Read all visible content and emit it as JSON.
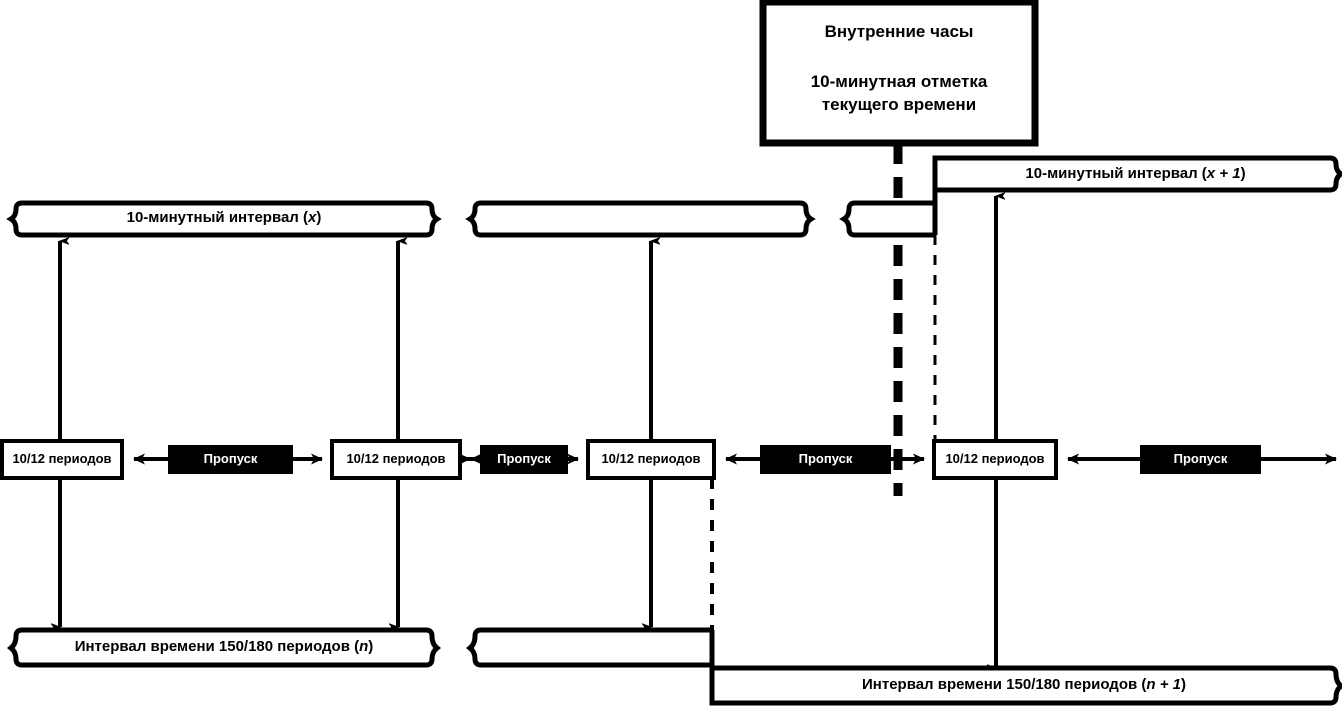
{
  "diagram": {
    "type": "timing-diagram",
    "language": "ru",
    "clock_box": {
      "title": "Внутренние часы",
      "subtitle_line1": "10-минутная отметка",
      "subtitle_line2": "текущего времени"
    },
    "interval_bars_top": [
      {
        "id": "x",
        "label": "10-минутный интервал (x)",
        "label_plain": "10-минутный интервал",
        "index": "x"
      },
      {
        "id": "middle",
        "label": "",
        "label_plain": "",
        "index": ""
      },
      {
        "id": "cont",
        "label": "",
        "label_plain": "",
        "index": ""
      },
      {
        "id": "x1",
        "label": "10-минутный интервал (x + 1)",
        "label_plain": "10-минутный интервал",
        "index": "x + 1"
      }
    ],
    "interval_bars_bottom": [
      {
        "id": "n",
        "label": "Интервал времени 150/180 периодов (n)",
        "label_plain": "Интервал времени 150/180 периодов",
        "index": "n"
      },
      {
        "id": "middle",
        "label": "",
        "label_plain": "",
        "index": ""
      },
      {
        "id": "n1",
        "label": "Интервал времени 150/180 периодов (n + 1)",
        "label_plain": "Интервал времени 150/180 периодов",
        "index": "n + 1"
      }
    ],
    "period_boxes": [
      {
        "id": "p1",
        "label": "10/12 периодов"
      },
      {
        "id": "p2",
        "label": "10/12 периодов"
      },
      {
        "id": "p3",
        "label": "10/12 периодов"
      },
      {
        "id": "p4",
        "label": "10/12 периодов"
      }
    ],
    "gap_boxes": [
      {
        "id": "g1",
        "label": "Пропуск"
      },
      {
        "id": "g2",
        "label": "Пропуск"
      },
      {
        "id": "g3",
        "label": "Пропуск"
      },
      {
        "id": "g4",
        "label": "Пропуск"
      }
    ],
    "colors": {
      "stroke": "#000000",
      "background": "#ffffff",
      "gap_fill": "#000000",
      "gap_text": "#ffffff"
    }
  }
}
